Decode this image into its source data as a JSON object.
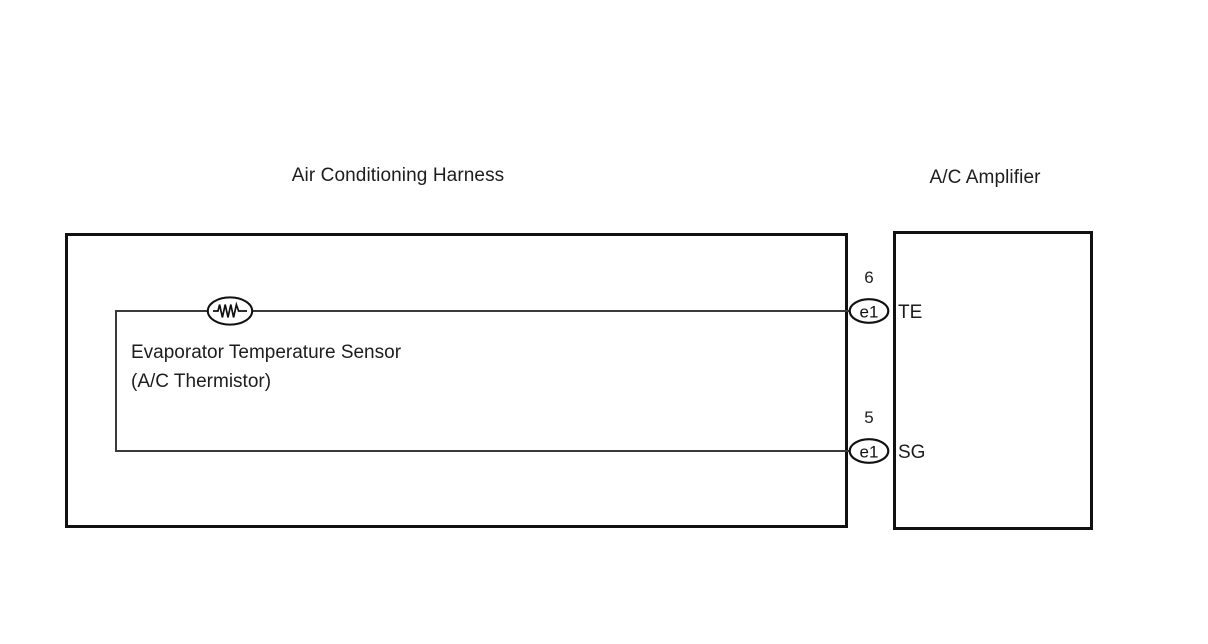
{
  "diagram": {
    "sections": {
      "harness": {
        "title": "Air Conditioning Harness"
      },
      "amplifier": {
        "title": "A/C Amplifier"
      }
    },
    "components": {
      "thermistor": {
        "symbol_name": "thermistor-resistor-symbol",
        "caption_line1": "Evaporator Temperature Sensor",
        "caption_line2": "(A/C Thermistor)"
      }
    },
    "connectors": [
      {
        "pin_number": "6",
        "connector_id": "e1",
        "signal": "TE"
      },
      {
        "pin_number": "5",
        "connector_id": "e1",
        "signal": "SG"
      }
    ],
    "colors": {
      "line": "#111111",
      "wire": "#3a3a3a",
      "text": "#1d1d1d",
      "background": "#ffffff"
    }
  }
}
